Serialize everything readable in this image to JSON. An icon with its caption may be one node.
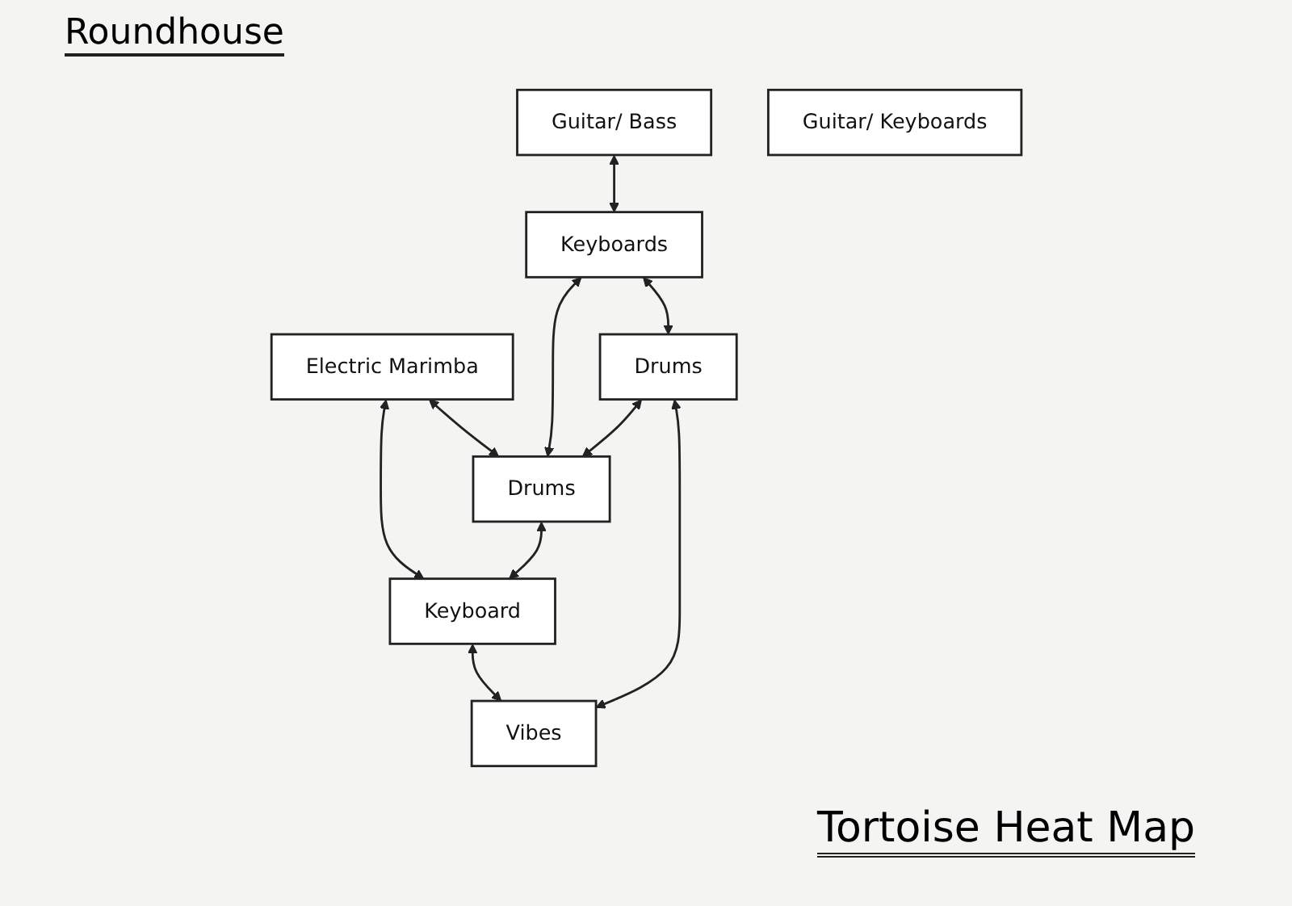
{
  "diagram": {
    "title": "Roundhouse",
    "caption": "Tortoise Heat Map",
    "nodes": [
      {
        "text": [
          "Guitar/ Bass"
        ]
      },
      {
        "text": [
          "Keyboards"
        ]
      },
      {
        "text": [
          "Guitar/ Keyboards"
        ]
      },
      {
        "text": [
          "Vibes"
        ]
      },
      {
        "text": [
          "Electric Marimba"
        ]
      },
      {
        "text": [
          "Drums"
        ]
      },
      {
        "text": [
          "Drums"
        ]
      },
      {
        "text": [
          "Keyboard"
        ]
      }
    ],
    "edges": [
      {
        "from": 0,
        "to": 1,
        "arrow": "both"
      },
      {
        "from": 1,
        "to": 5,
        "arrow": "both"
      },
      {
        "from": 1,
        "to": 6,
        "arrow": "both"
      },
      {
        "from": 5,
        "to": 3,
        "arrow": "both"
      },
      {
        "from": 5,
        "to": 6,
        "arrow": "both"
      },
      {
        "from": 6,
        "to": 7,
        "arrow": "both"
      },
      {
        "from": 7,
        "to": 3,
        "arrow": "both"
      },
      {
        "from": 4,
        "to": 6,
        "arrow": "both"
      },
      {
        "from": 4,
        "to": 7,
        "arrow": "both"
      }
    ]
  }
}
